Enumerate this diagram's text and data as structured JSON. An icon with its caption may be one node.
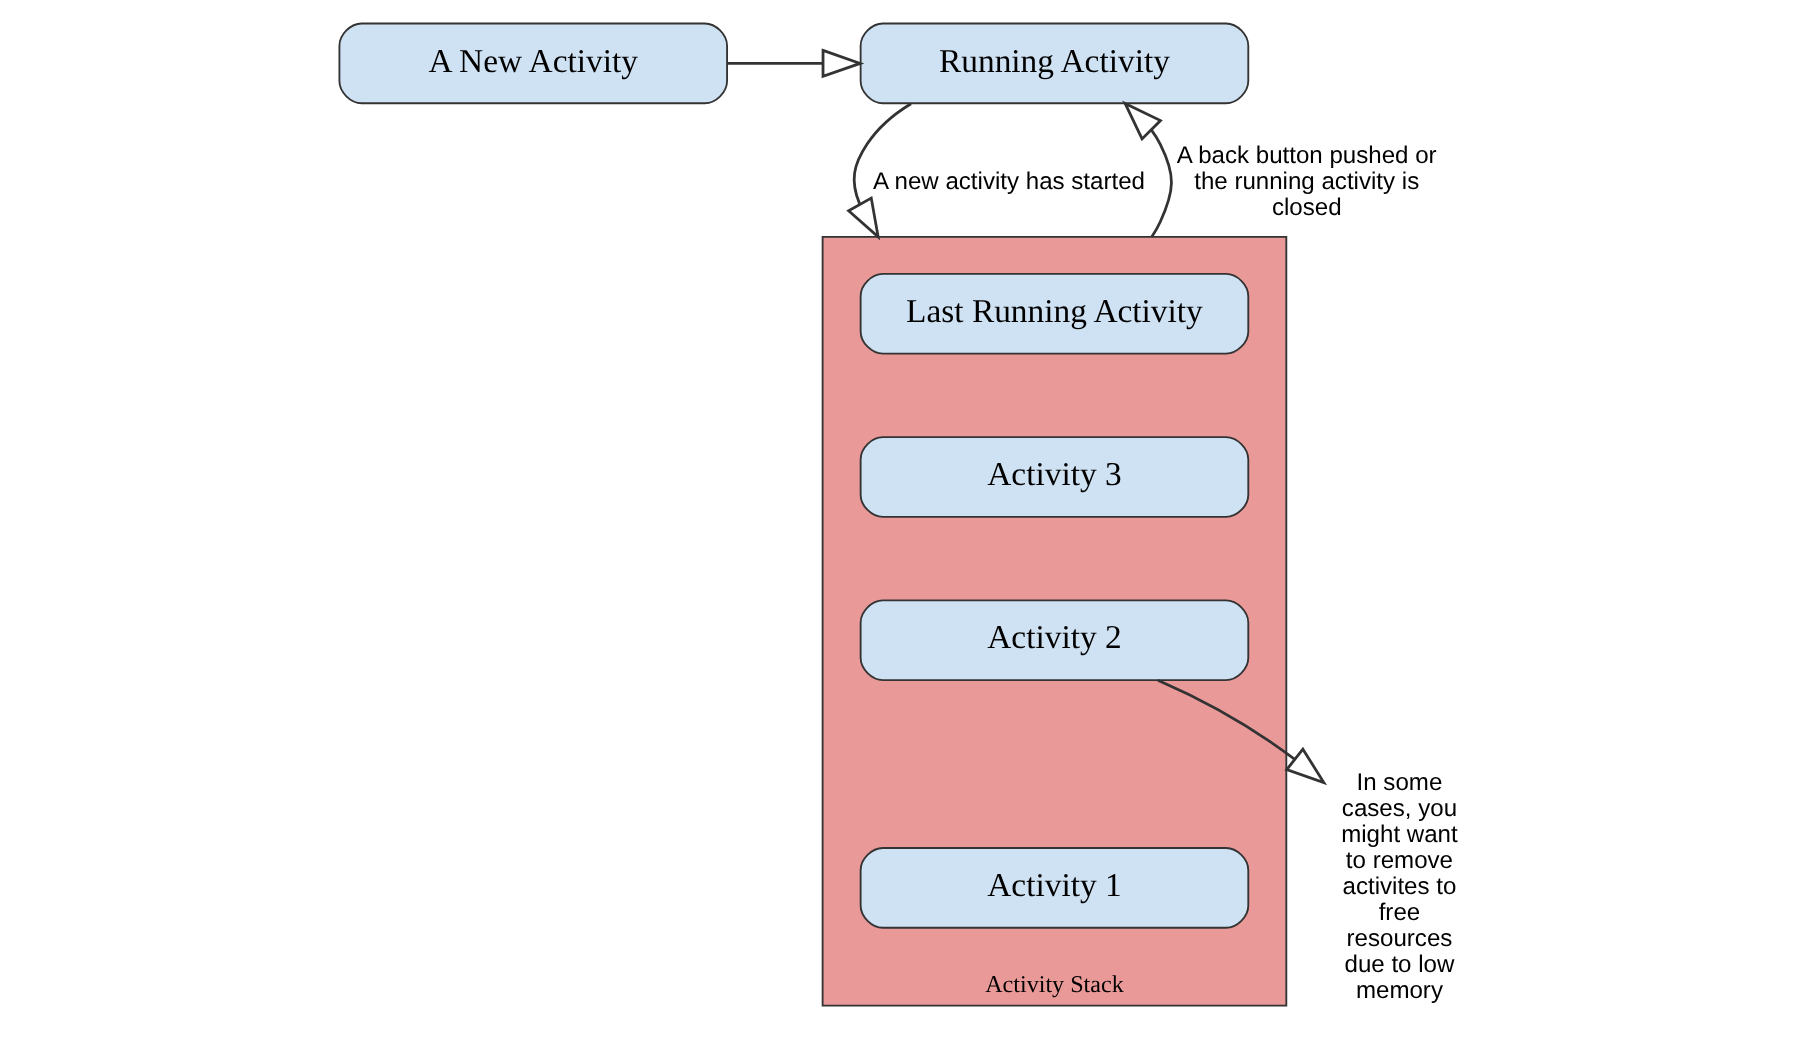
{
  "diagram": {
    "nodes": [
      {
        "text": [
          "A New Activity"
        ]
      },
      {
        "text": [
          "Running Activity"
        ]
      },
      {
        "text": [
          "Activity Stack"
        ]
      },
      {
        "text": [
          "Last Running Activity"
        ],
        "in": 2
      },
      {
        "text": [
          "Activity 3"
        ],
        "in": 2
      },
      {
        "text": [
          "Activity 2"
        ],
        "in": 2
      },
      {
        "text": [
          "Activity 1"
        ],
        "in": 2
      },
      {
        "text": [
          "In some cases, you might want to remove activites to free resources due to low memory"
        ]
      }
    ],
    "edges": [
      {
        "from": 0,
        "to": 1,
        "arrow": "to"
      },
      {
        "from": 1,
        "to": 2,
        "arrow": "to",
        "label": "A new activity has started"
      },
      {
        "from": 2,
        "to": 1,
        "arrow": "to",
        "label": "A back button pushed or the running activity is closed"
      },
      {
        "from": 5,
        "to": 7,
        "arrow": "to"
      }
    ]
  }
}
